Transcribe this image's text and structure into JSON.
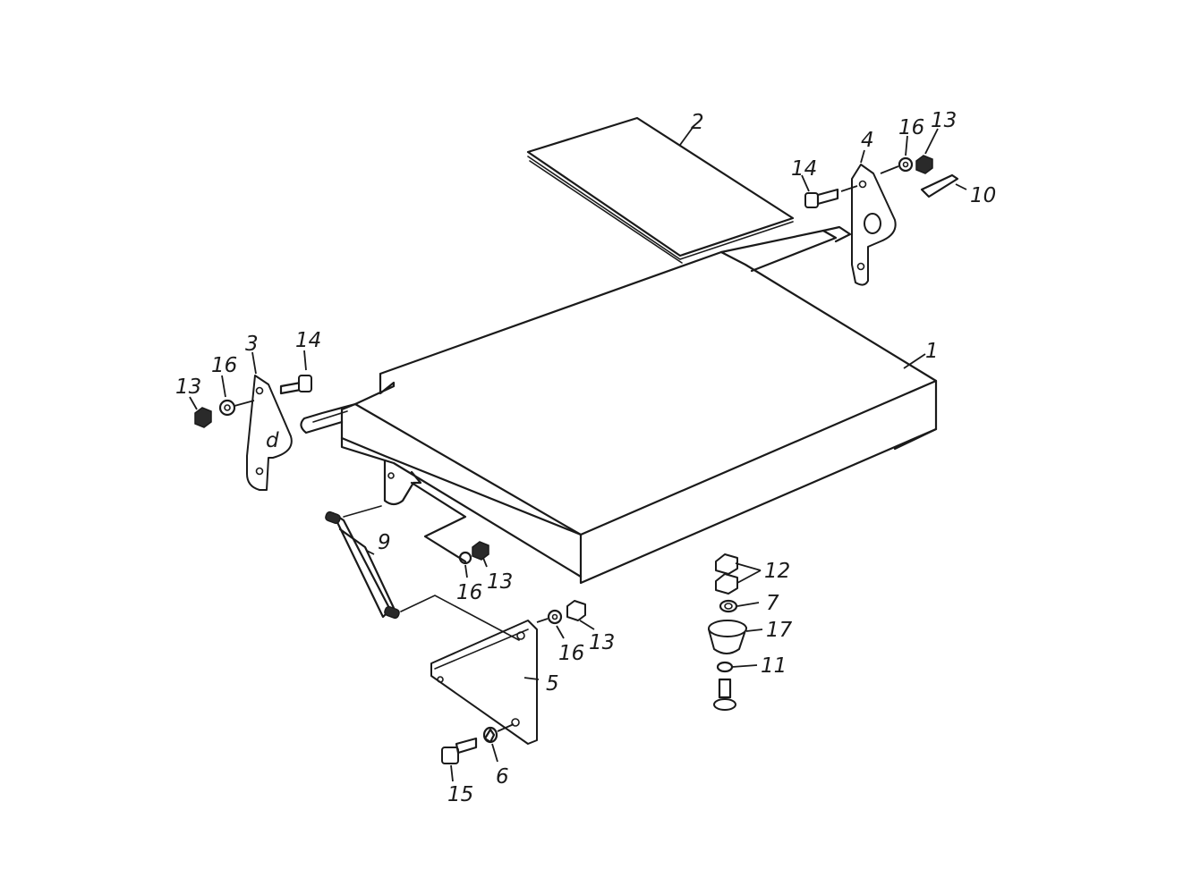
{
  "diagram": {
    "callouts": [
      {
        "id": "c1",
        "text": "1"
      },
      {
        "id": "c2",
        "text": "2"
      },
      {
        "id": "c3",
        "text": "3"
      },
      {
        "id": "c4",
        "text": "4"
      },
      {
        "id": "c5",
        "text": "5"
      },
      {
        "id": "c6",
        "text": "6"
      },
      {
        "id": "c7",
        "text": "7"
      },
      {
        "id": "c9",
        "text": "9"
      },
      {
        "id": "c10",
        "text": "10"
      },
      {
        "id": "c11",
        "text": "11"
      },
      {
        "id": "c12",
        "text": "12"
      },
      {
        "id": "c13a",
        "text": "13"
      },
      {
        "id": "c13b",
        "text": "13"
      },
      {
        "id": "c13c",
        "text": "13"
      },
      {
        "id": "c13d",
        "text": "13"
      },
      {
        "id": "c14a",
        "text": "14"
      },
      {
        "id": "c14b",
        "text": "14"
      },
      {
        "id": "c15",
        "text": "15"
      },
      {
        "id": "c16a",
        "text": "16"
      },
      {
        "id": "c16b",
        "text": "16"
      },
      {
        "id": "c16c",
        "text": "16"
      },
      {
        "id": "c16d",
        "text": "16"
      },
      {
        "id": "c17",
        "text": "17"
      }
    ],
    "bracket_mark": "d"
  }
}
